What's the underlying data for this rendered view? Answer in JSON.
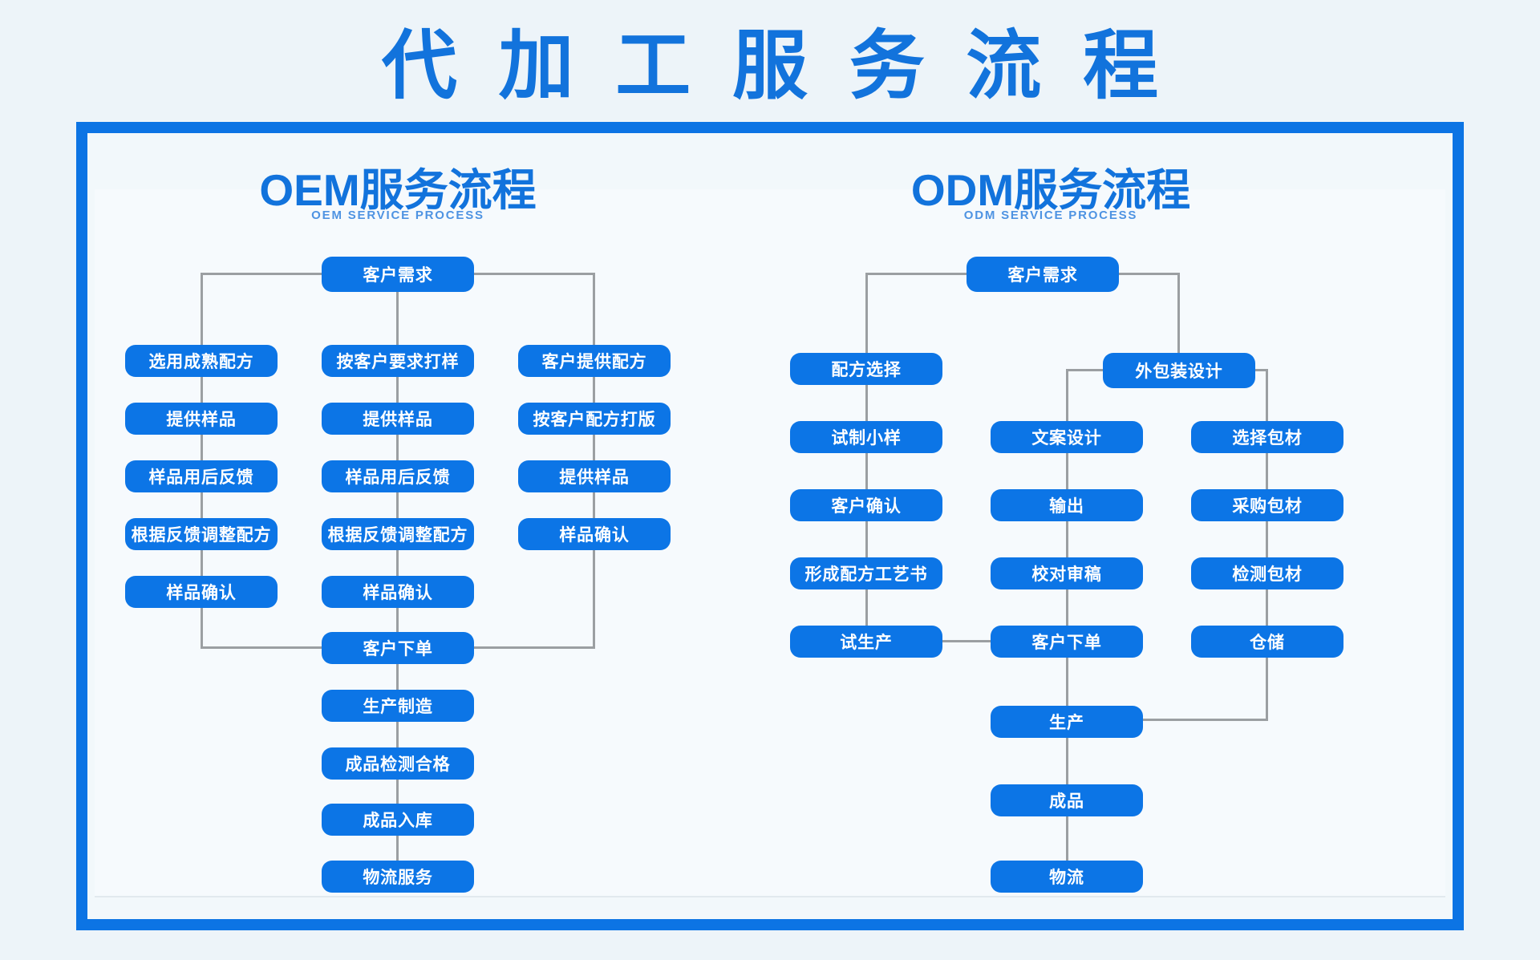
{
  "page_title": "代加工服务流程",
  "colors": {
    "accent_blue": "#0C75E6",
    "title_blue": "#1273DC",
    "subtitle_blue": "#4E93E2",
    "connector_gray": "#9B9FA2",
    "background": "#EDF4F9",
    "frame_border": "#0C74E4"
  },
  "oem": {
    "title": "OEM服务流程",
    "subtitle": "OEM SERVICE PROCESS",
    "nodes": {
      "need": "客户需求",
      "l1": "选用成熟配方",
      "l2": "提供样品",
      "l3": "样品用后反馈",
      "l4": "根据反馈调整配方",
      "l5": "样品确认",
      "m1": "按客户要求打样",
      "m2": "提供样品",
      "m3": "样品用后反馈",
      "m4": "根据反馈调整配方",
      "m5": "样品确认",
      "r1": "客户提供配方",
      "r2": "按客户配方打版",
      "r3": "提供样品",
      "r4": "样品确认",
      "order": "客户下单",
      "produce": "生产制造",
      "inspect": "成品检测合格",
      "stock_in": "成品入库",
      "logistics": "物流服务"
    }
  },
  "odm": {
    "title": "ODM服务流程",
    "subtitle": "ODM SERVICE PROCESS",
    "nodes": {
      "need": "客户需求",
      "packaging": "外包装设计",
      "l1": "配方选择",
      "l2": "试制小样",
      "l3": "客户确认",
      "l4": "形成配方工艺书",
      "l5": "试生产",
      "m1": "文案设计",
      "m2": "输出",
      "m3": "校对审稿",
      "m4": "客户下单",
      "m5": "生产",
      "m6": "成品",
      "m7": "物流",
      "r1": "选择包材",
      "r2": "采购包材",
      "r3": "检测包材",
      "r4": "仓储"
    }
  }
}
